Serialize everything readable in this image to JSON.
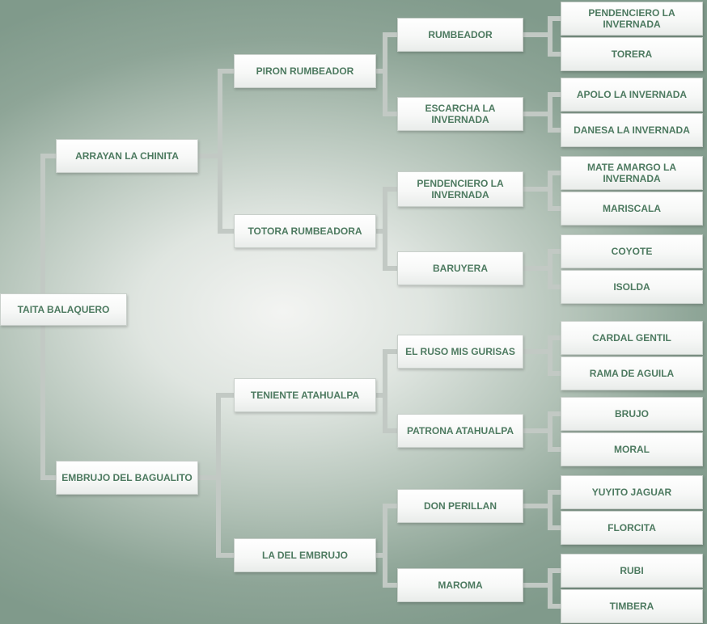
{
  "pedigree": {
    "subject": "TAITA BALAQUERO",
    "sire": "ARRAYAN LA CHINITA",
    "dam": "EMBRUJO DEL BAGUALITO",
    "sire_sire": "PIRON RUMBEADOR",
    "sire_dam": "TOTORA RUMBEADORA",
    "dam_sire": "TENIENTE ATAHUALPA",
    "dam_dam": "LA DEL EMBRUJO",
    "gen3": [
      "RUMBEADOR",
      "ESCARCHA LA INVERNADA",
      "PENDENCIERO LA INVERNADA",
      "BARUYERA",
      "EL RUSO MIS GURISAS",
      "PATRONA ATAHUALPA",
      "DON PERILLAN",
      "MAROMA"
    ],
    "gen4": [
      "PENDENCIERO LA INVERNADA",
      "TORERA",
      "APOLO LA INVERNADA",
      "DANESA LA INVERNADA",
      "MATE AMARGO LA INVERNADA",
      "MARISCALA",
      "COYOTE",
      "ISOLDA",
      "CARDAL GENTIL",
      "RAMA DE AGUILA",
      "BRUJO",
      "MORAL",
      "YUYITO JAGUAR",
      "FLORCITA",
      "RUBI",
      "TIMBERA"
    ]
  },
  "colors": {
    "text": "#4d7a60",
    "connector": "#c2c9c4",
    "box_border": "#c9d0cb"
  }
}
